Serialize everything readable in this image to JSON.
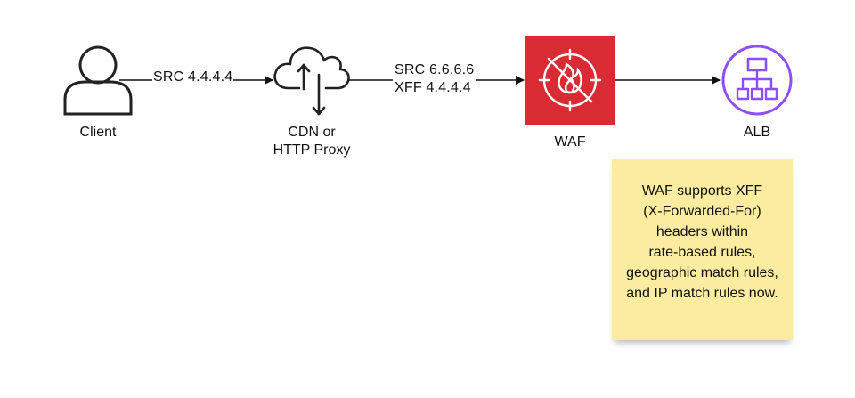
{
  "nodes": {
    "client": {
      "label": "Client",
      "icon": "user-icon"
    },
    "cdn": {
      "label_line1": "CDN or",
      "label_line2": "HTTP Proxy",
      "icon": "cloud-upload-download-icon"
    },
    "waf": {
      "label": "WAF",
      "icon": "waf-firewall-icon",
      "color": "#d92b33"
    },
    "alb": {
      "label": "ALB",
      "icon": "load-balancer-icon",
      "color": "#8c4fff"
    }
  },
  "edges": {
    "client_to_cdn": {
      "label": "SRC 4.4.4.4"
    },
    "cdn_to_waf": {
      "line1": "SRC 6.6.6.6",
      "line2": "XFF 4.4.4.4"
    },
    "waf_to_alb": {}
  },
  "note": {
    "text": "WAF supports XFF\n(X-Forwarded-For)\nheaders within\nrate-based rules,\ngeographic match rules,\nand IP match rules now.",
    "color": "#fbeca0"
  }
}
